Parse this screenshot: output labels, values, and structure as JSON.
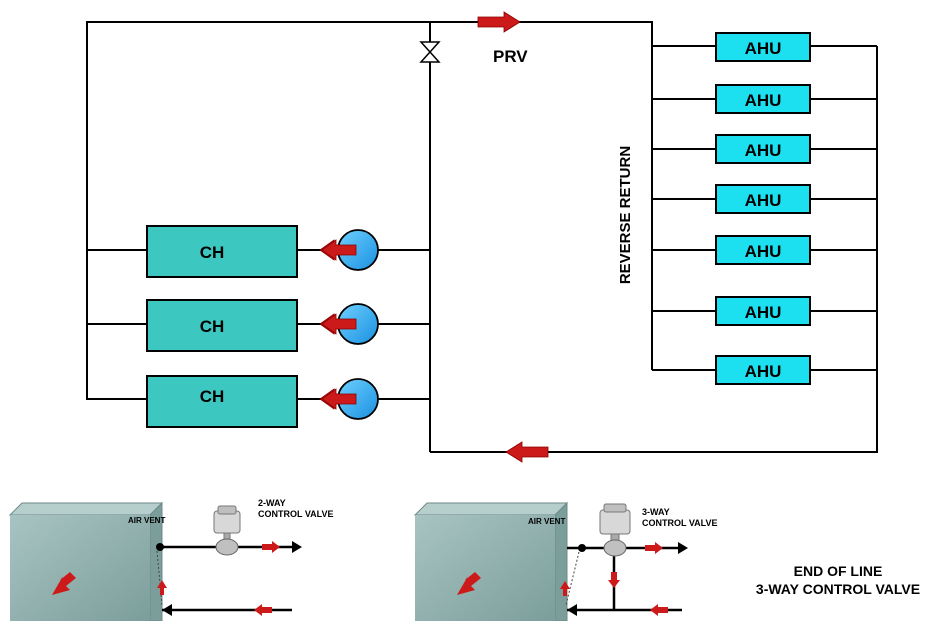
{
  "colors": {
    "pipe": "#000000",
    "chiller_fill": "#3cc8c0",
    "ahu_fill": "#1cdff0",
    "pump_fill": "#1aa8f0",
    "arrow_red": "#cc1a1a",
    "coil_box": "#8fb0ad",
    "valve_body": "#c8c8c8"
  },
  "labels": {
    "prv": "PRV",
    "reverse_return": "REVERSE RETURN",
    "air_vent_1": "AIR VENT",
    "air_vent_2": "AIR VENT",
    "valve_2way_line1": "2-WAY",
    "valve_2way_line2": "CONTROL VALVE",
    "valve_3way_line1": "3-WAY",
    "valve_3way_line2": "CONTROL VALVE",
    "end_of_line_1": "END OF LINE",
    "end_of_line_2": "3-WAY CONTROL VALVE"
  },
  "chillers": [
    {
      "label": "CH"
    },
    {
      "label": "CH"
    },
    {
      "label": "CH"
    }
  ],
  "ahus": [
    {
      "label": "AHU"
    },
    {
      "label": "AHU"
    },
    {
      "label": "AHU"
    },
    {
      "label": "AHU"
    },
    {
      "label": "AHU"
    },
    {
      "label": "AHU"
    },
    {
      "label": "AHU"
    }
  ]
}
